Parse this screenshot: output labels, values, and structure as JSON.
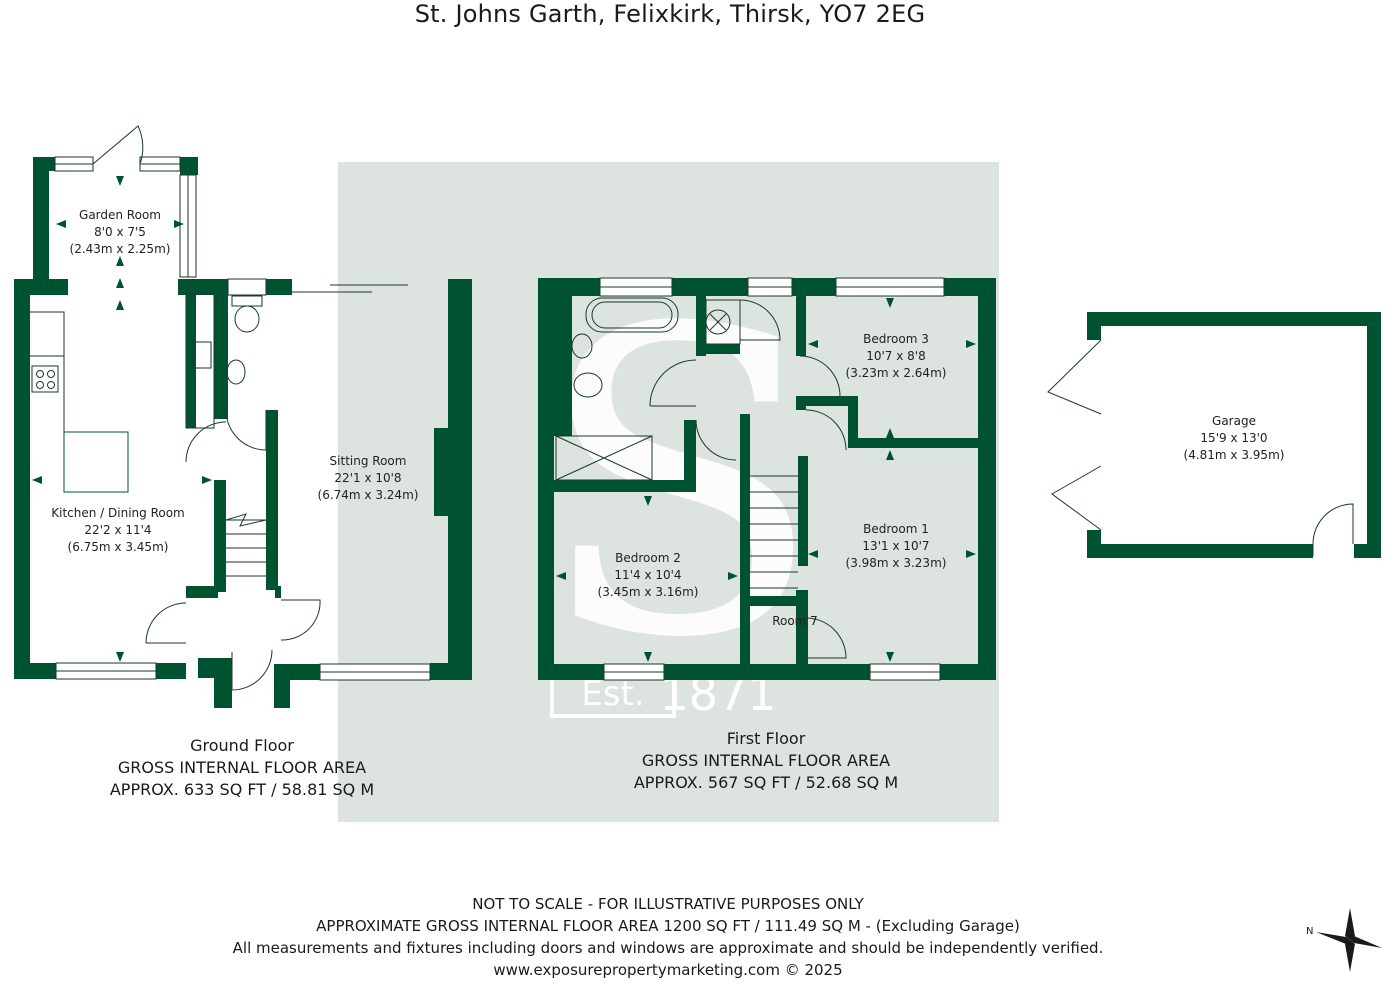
{
  "title": "St. Johns Garth, Felixkirk, Thirsk, YO7 2EG",
  "colors": {
    "wall": "#005331",
    "watermark_bg": "#dde3de",
    "text": "#1a1a1a"
  },
  "watermark": {
    "letter": "S",
    "est": "Est.",
    "year": "1871"
  },
  "rooms": {
    "garden_room": {
      "name": "Garden Room",
      "imperial": "8'0 x 7'5",
      "metric": "(2.43m x 2.25m)"
    },
    "kitchen": {
      "name": "Kitchen / Dining Room",
      "imperial": "22'2 x 11'4",
      "metric": "(6.75m x 3.45m)"
    },
    "sitting_room": {
      "name": "Sitting Room",
      "imperial": "22'1 x 10'8",
      "metric": "(6.74m x 3.24m)"
    },
    "bedroom3": {
      "name": "Bedroom 3",
      "imperial": "10'7 x 8'8",
      "metric": "(3.23m x 2.64m)"
    },
    "bedroom1": {
      "name": "Bedroom 1",
      "imperial": "13'1 x 10'7",
      "metric": "(3.98m x 3.23m)"
    },
    "bedroom2": {
      "name": "Bedroom 2",
      "imperial": "11'4 x 10'4",
      "metric": "(3.45m x 3.16m)"
    },
    "room7": {
      "name": "Room 7"
    },
    "garage": {
      "name": "Garage",
      "imperial": "15'9 x 13'0",
      "metric": "(4.81m x 3.95m)"
    }
  },
  "ground_floor": {
    "name": "Ground Floor",
    "area_label": "GROSS INTERNAL FLOOR AREA",
    "area": "APPROX. 633 SQ FT / 58.81 SQ M"
  },
  "first_floor": {
    "name": "First Floor",
    "area_label": "GROSS INTERNAL FLOOR AREA",
    "area": "APPROX. 567 SQ FT / 52.68 SQ M"
  },
  "footer": {
    "line1": "NOT TO SCALE - FOR ILLUSTRATIVE PURPOSES ONLY",
    "line2": "APPROXIMATE GROSS INTERNAL FLOOR AREA 1200 SQ FT / 111.49 SQ M - (Excluding Garage)",
    "line3": "All measurements and fixtures including doors and windows are approximate and should be independently verified.",
    "line4": "www.exposurepropertymarketing.com © 2025"
  },
  "compass": {
    "label": "N",
    "icon": "compass-rose-icon"
  }
}
